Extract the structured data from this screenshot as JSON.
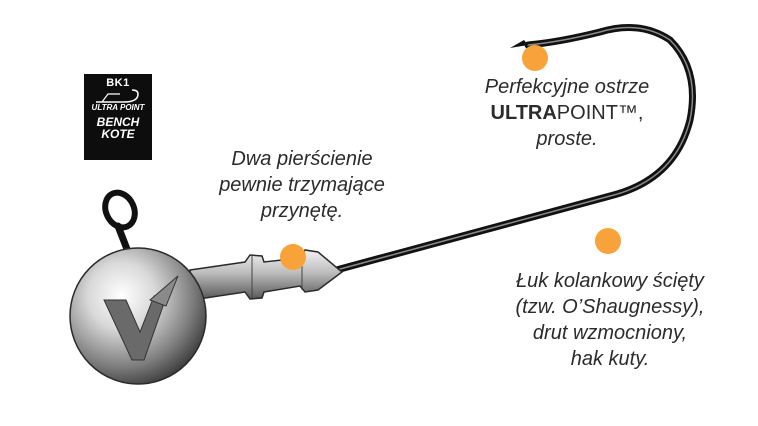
{
  "logo": {
    "code": "BK1",
    "line1": "ULTRA POINT",
    "line2": "BENCH",
    "line3": "KOTE",
    "background": "#0d0d0d"
  },
  "callouts": {
    "blade": {
      "line1": "Perfekcyjne ostrze",
      "brand_bold": "ULTRA",
      "brand_rest": "POINT™,",
      "line3": "proste."
    },
    "rings": {
      "line1": "Dwa pierścienie",
      "line2": "pewnie trzymające",
      "line3": "przynętę."
    },
    "bend": {
      "line1": "Łuk kolankowy ścięty",
      "line2": "(tzw. O’Shaugnessy),",
      "line3": "drut wzmocniony,",
      "line4": "hak kuty."
    }
  },
  "colors": {
    "marker": "#f7a33a",
    "hook": "#111111",
    "text": "#2b2b2b"
  },
  "product_icons": {
    "head": "jig-head-ball-icon",
    "hook": "hook-icon"
  }
}
